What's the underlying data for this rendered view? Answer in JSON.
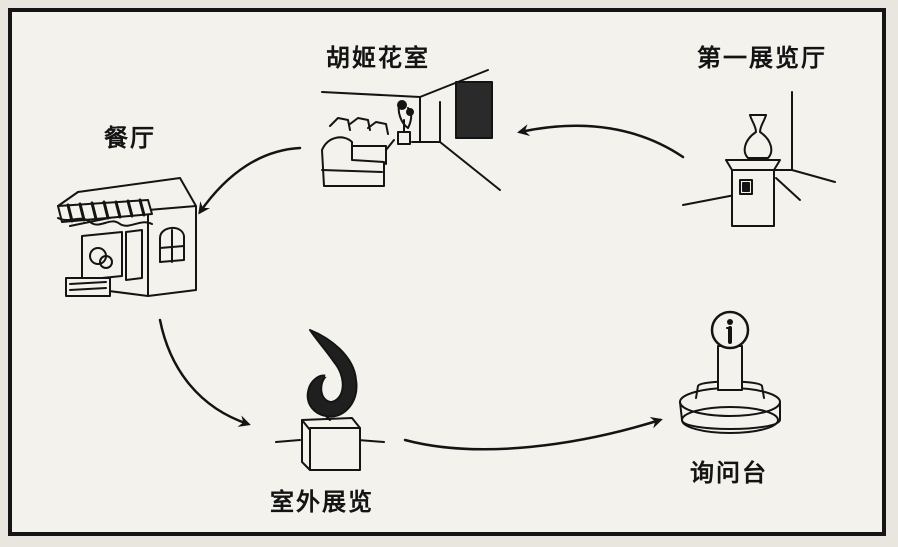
{
  "diagram": {
    "stations": {
      "hall1": {
        "label": "第一展览厅",
        "icon": "vase-on-pedestal-icon"
      },
      "greenhouse": {
        "label": "胡姬花室",
        "icon": "lounge-room-icon"
      },
      "restaurant": {
        "label": "餐厅",
        "icon": "shop-building-icon"
      },
      "outdoor": {
        "label": "室外展览",
        "icon": "sculpture-icon"
      },
      "info": {
        "label": "询问台",
        "icon": "information-desk-icon"
      }
    },
    "flow": [
      "hall1",
      "greenhouse",
      "restaurant",
      "outdoor",
      "info"
    ],
    "colors": {
      "ink": "#141414",
      "paper": "#f3f2ec",
      "dark": "#2a2a2a"
    }
  }
}
